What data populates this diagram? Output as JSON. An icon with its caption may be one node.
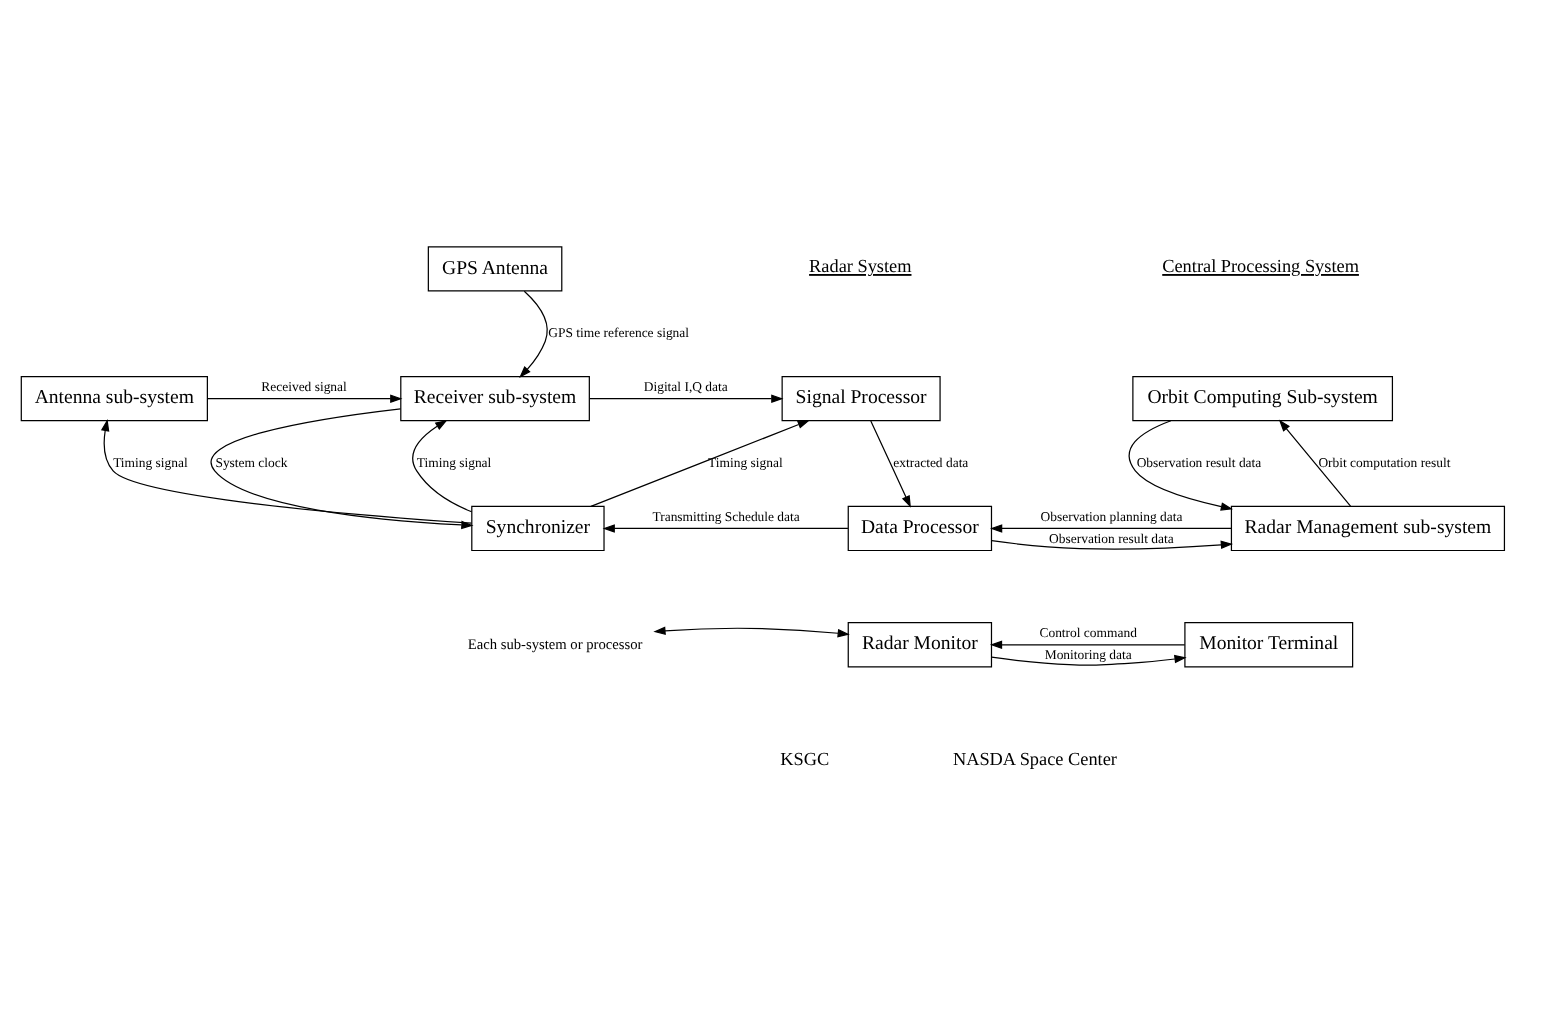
{
  "diagram": {
    "nodes": [
      {
        "text": [
          "GPS Antenna"
        ]
      },
      {
        "text": [
          "Antenna sub-system"
        ]
      },
      {
        "text": [
          "Receiver sub-system"
        ]
      },
      {
        "text": [
          "Signal Processor"
        ]
      },
      {
        "text": [
          "Orbit Computing Sub-system"
        ]
      },
      {
        "text": [
          "Synchronizer"
        ]
      },
      {
        "text": [
          "Data Processor"
        ]
      },
      {
        "text": [
          "Radar Management sub-system"
        ]
      },
      {
        "text": [
          "Each sub-system or processor"
        ]
      },
      {
        "text": [
          "Radar Monitor"
        ]
      },
      {
        "text": [
          "Monitor Terminal"
        ]
      }
    ],
    "edges": [
      {
        "from": 0,
        "to": 2,
        "arrow": "to",
        "label": "GPS time reference signal"
      },
      {
        "from": 1,
        "to": 2,
        "arrow": "to",
        "label": "Received signal"
      },
      {
        "from": 2,
        "to": 3,
        "arrow": "to",
        "label": "Digital I,Q data"
      },
      {
        "from": 2,
        "to": 5,
        "arrow": "to",
        "label": "System clock"
      },
      {
        "from": 5,
        "to": 2,
        "arrow": "to",
        "label": "Timing signal"
      },
      {
        "from": 5,
        "to": 1,
        "arrow": "to",
        "label": "Timing signal"
      },
      {
        "from": 5,
        "to": 3,
        "arrow": "to",
        "label": "Timing signal"
      },
      {
        "from": 3,
        "to": 6,
        "arrow": "to",
        "label": "extracted data"
      },
      {
        "from": 4,
        "to": 7,
        "arrow": "to",
        "label": "Observation result data"
      },
      {
        "from": 7,
        "to": 4,
        "arrow": "to",
        "label": "Orbit computation result"
      },
      {
        "from": 7,
        "to": 6,
        "arrow": "to",
        "label": "Observation planning data"
      },
      {
        "from": 6,
        "to": 7,
        "arrow": "to",
        "label": "Observation result data"
      },
      {
        "from": 6,
        "to": 5,
        "arrow": "to",
        "label": "Transmitting Schedule data"
      },
      {
        "from": 8,
        "to": 9,
        "arrow": "both"
      },
      {
        "from": 10,
        "to": 9,
        "arrow": "to",
        "label": "Control command"
      },
      {
        "from": 9,
        "to": 10,
        "arrow": "to",
        "label": "Monitoring data"
      }
    ],
    "labels": [
      "Radar System",
      "Central Processing System",
      "KSGC",
      "NASDA Space Center"
    ]
  }
}
